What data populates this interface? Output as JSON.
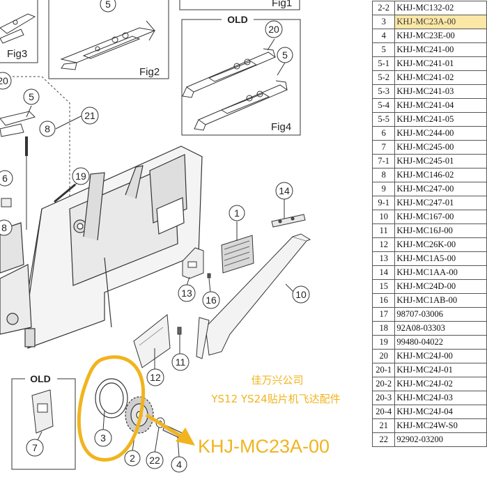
{
  "diagram": {
    "fig_labels": [
      "Fig3",
      "Fig2",
      "Fig4",
      "Fig1"
    ],
    "old_labels": [
      "OLD",
      "OLD"
    ],
    "callouts": [
      "5",
      "5",
      "20",
      "5",
      "20",
      "21",
      "8",
      "6",
      "8",
      "19",
      "1",
      "14",
      "10",
      "13",
      "16",
      "11",
      "12",
      "7",
      "3",
      "2",
      "22",
      "4"
    ],
    "company_text": "佳万兴公司",
    "product_text": "YS12 YS24贴片机飞达配件",
    "highlight_code": "KHJ-MC23A-00",
    "colors": {
      "highlight": "#f1b41e",
      "row_highlight": "#fbe7a6",
      "line": "#333333"
    }
  },
  "parts_table": {
    "rows": [
      {
        "no": "2-2",
        "code": "KHJ-MC132-02"
      },
      {
        "no": "3",
        "code": "KHJ-MC23A-00",
        "highlight": true
      },
      {
        "no": "4",
        "code": "KHJ-MC23E-00"
      },
      {
        "no": "5",
        "code": "KHJ-MC241-00"
      },
      {
        "no": "5-1",
        "code": "KHJ-MC241-01"
      },
      {
        "no": "5-2",
        "code": "KHJ-MC241-02"
      },
      {
        "no": "5-3",
        "code": "KHJ-MC241-03"
      },
      {
        "no": "5-4",
        "code": "KHJ-MC241-04"
      },
      {
        "no": "5-5",
        "code": "KHJ-MC241-05"
      },
      {
        "no": "6",
        "code": "KHJ-MC244-00"
      },
      {
        "no": "7",
        "code": "KHJ-MC245-00"
      },
      {
        "no": "7-1",
        "code": "KHJ-MC245-01"
      },
      {
        "no": "8",
        "code": "KHJ-MC146-02"
      },
      {
        "no": "9",
        "code": "KHJ-MC247-00"
      },
      {
        "no": "9-1",
        "code": "KHJ-MC247-01"
      },
      {
        "no": "10",
        "code": "KHJ-MC167-00"
      },
      {
        "no": "11",
        "code": "KHJ-MC16J-00"
      },
      {
        "no": "12",
        "code": "KHJ-MC26K-00"
      },
      {
        "no": "13",
        "code": "KHJ-MC1A5-00"
      },
      {
        "no": "14",
        "code": "KHJ-MC1AA-00"
      },
      {
        "no": "15",
        "code": "KHJ-MC24D-00"
      },
      {
        "no": "16",
        "code": "KHJ-MC1AB-00"
      },
      {
        "no": "17",
        "code": "98707-03006"
      },
      {
        "no": "18",
        "code": "92A08-03303"
      },
      {
        "no": "19",
        "code": "99480-04022"
      },
      {
        "no": "20",
        "code": "KHJ-MC24J-00"
      },
      {
        "no": "20-1",
        "code": "KHJ-MC24J-01"
      },
      {
        "no": "20-2",
        "code": "KHJ-MC24J-02"
      },
      {
        "no": "20-3",
        "code": "KHJ-MC24J-03"
      },
      {
        "no": "20-4",
        "code": "KHJ-MC24J-04"
      },
      {
        "no": "21",
        "code": "KHJ-MC24W-S0"
      },
      {
        "no": "22",
        "code": "92902-03200"
      }
    ]
  }
}
